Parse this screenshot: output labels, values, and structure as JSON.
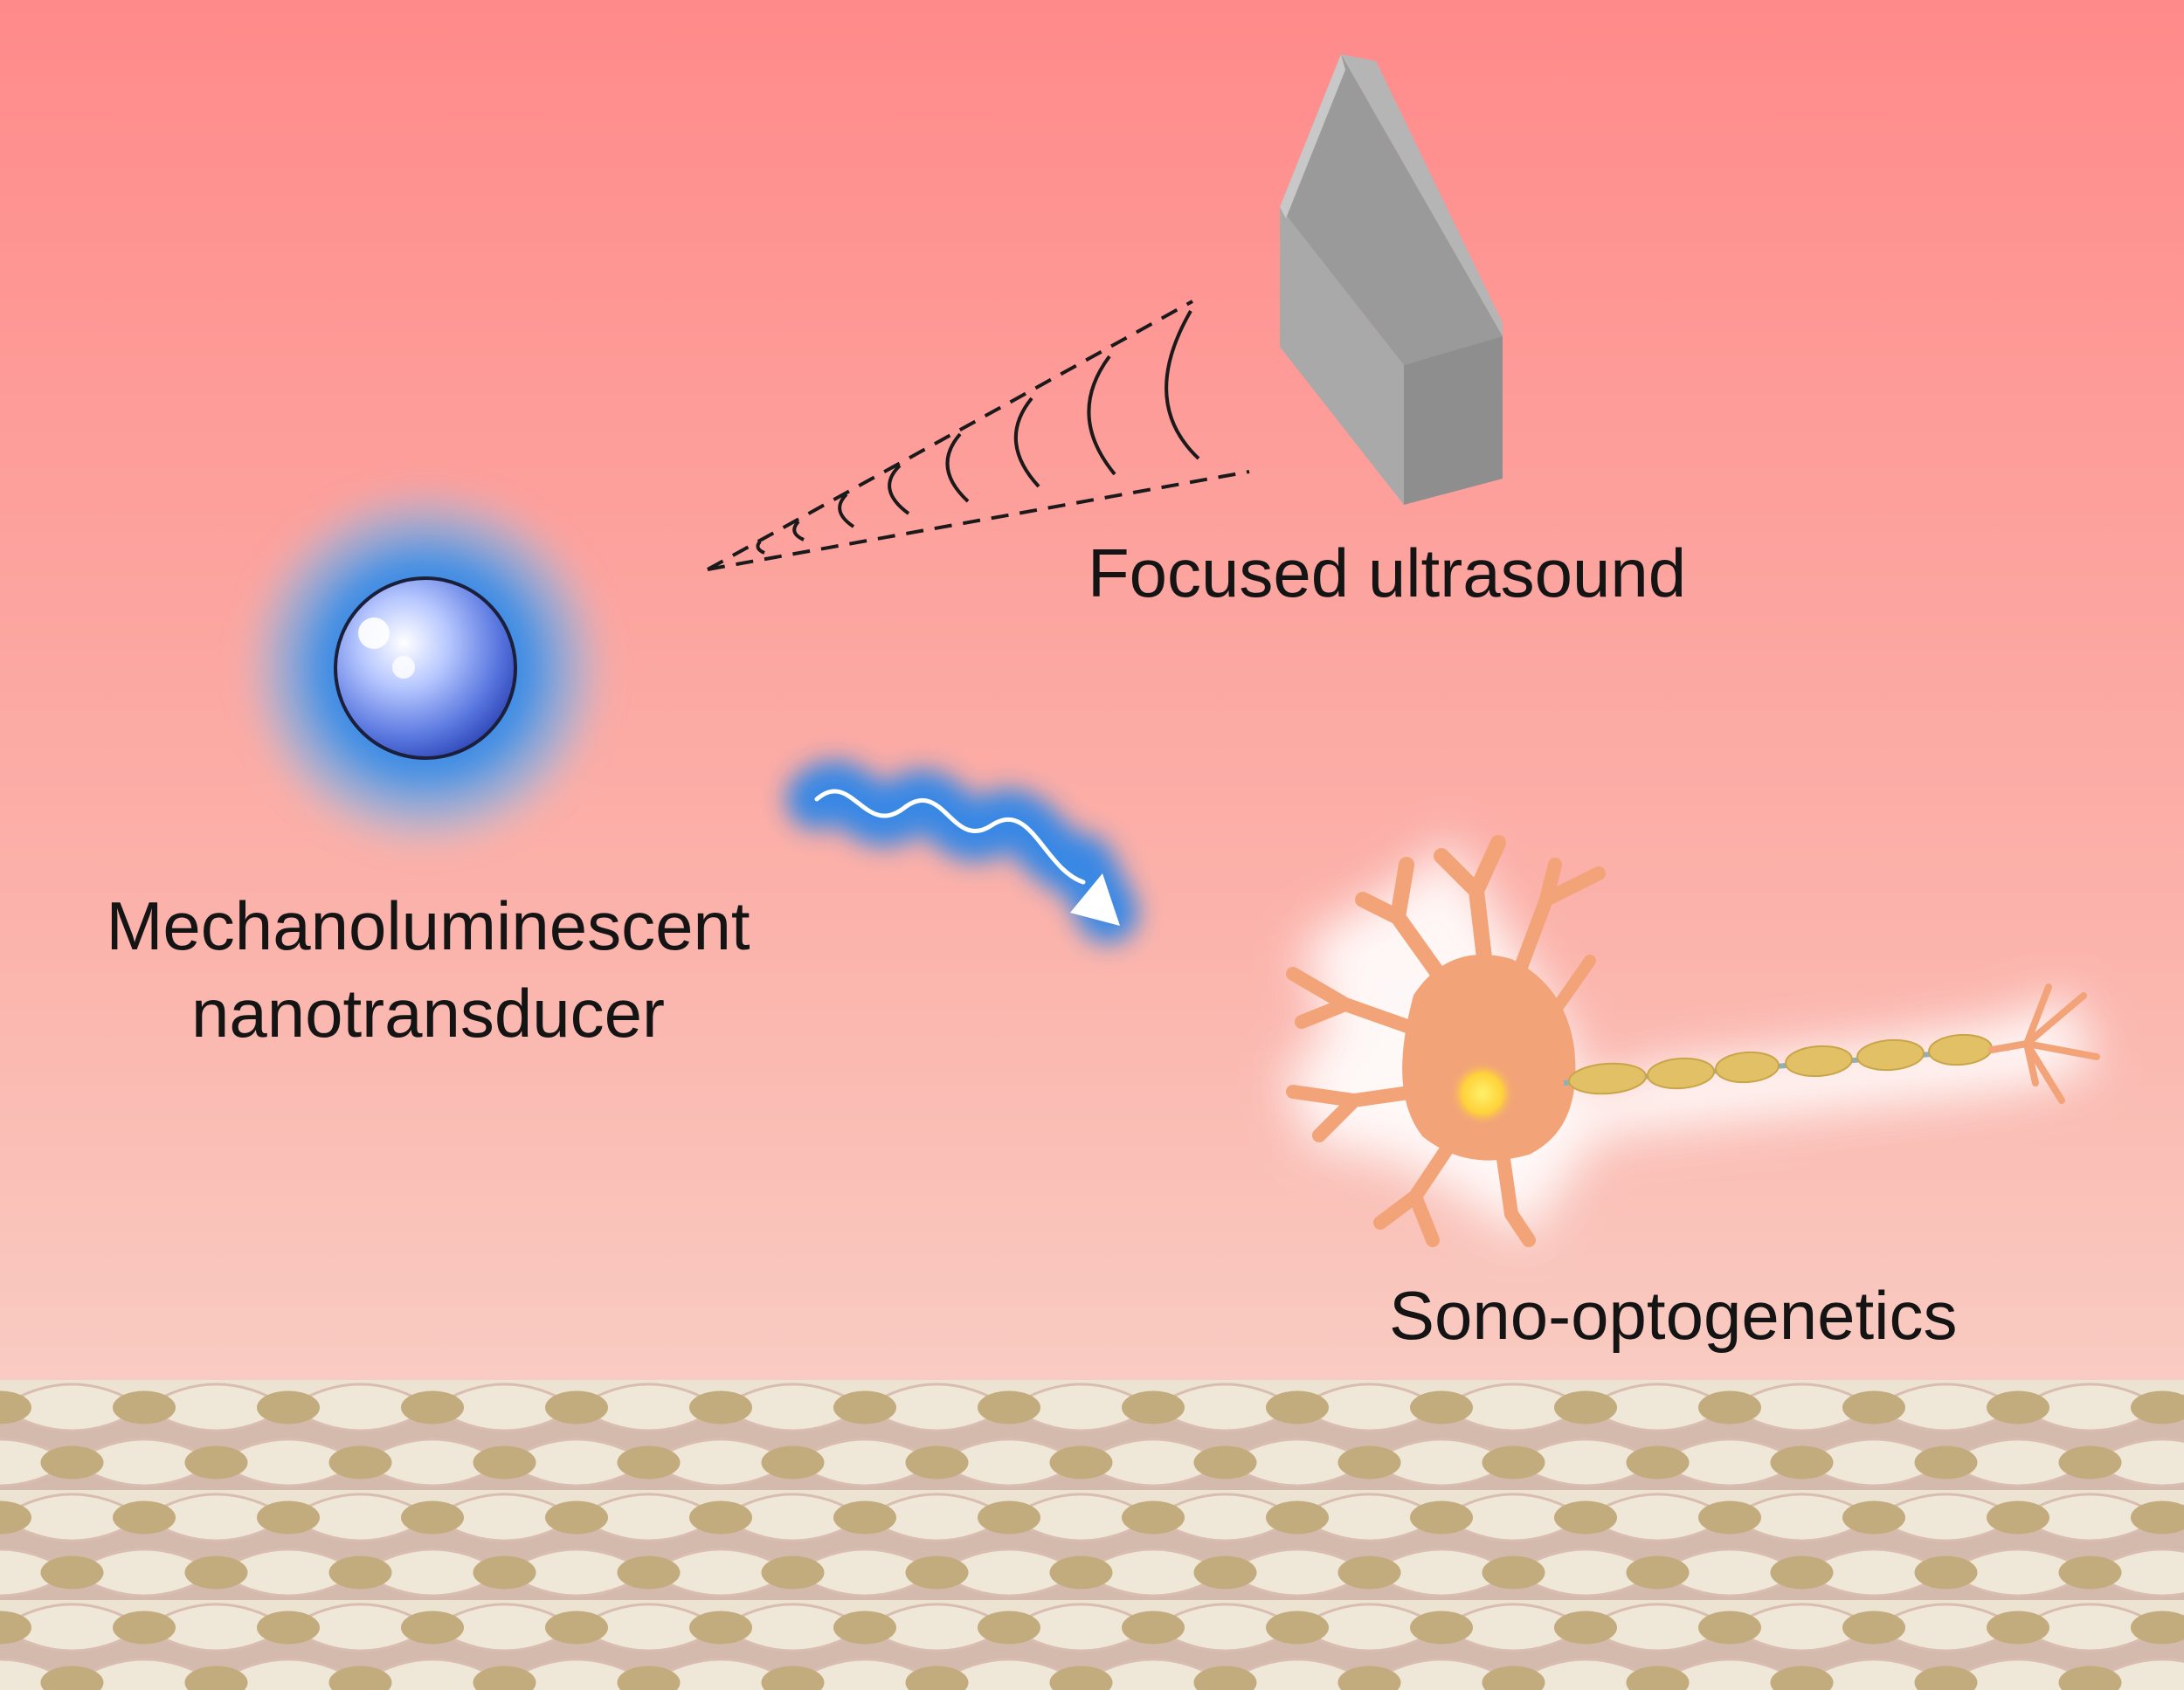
{
  "labels": {
    "focused_ultrasound": "Focused ultrasound",
    "nanotransducer_line1": "Mechanoluminescent",
    "nanotransducer_line2": "nanotransducer",
    "sono_optogenetics": "Sono-optogenetics"
  },
  "colors": {
    "background_top": "#ff8a8a",
    "background_bottom": "#f7dcd2",
    "nanoparticle_glow": "#2e86e8",
    "light_emission": "#2e86e8",
    "neuron_body": "#f2a478",
    "axon_myelin": "#e2c066",
    "transducer": "#a9a9a9",
    "tissue_cell": "#ece3d2",
    "tissue_nucleus": "#c2ab7c"
  },
  "icons": {
    "transducer": "ultrasound-transducer-icon",
    "particle": "nanoparticle-icon",
    "emission": "light-emission-arrow-icon",
    "neuron": "neuron-icon",
    "tissue": "tissue-cells-icon"
  }
}
